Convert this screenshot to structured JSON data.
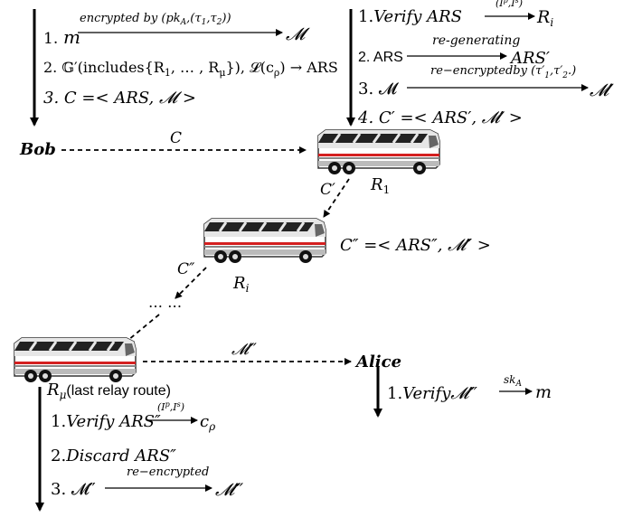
{
  "top_left": {
    "step1": "1.",
    "step1_m": "m",
    "step1_label": "encrypted by (pk",
    "step1_label_sub": "A",
    "step1_label_rest": ",(τ",
    "step1_t1": "1",
    "step1_comma": ",τ",
    "step1_t2": "2",
    "step1_close": "))",
    "step1_result": "𝓜",
    "step2": "2. 𝔾′(includes{R",
    "step2_sub1": "1",
    "step2_mid": ", … , R",
    "step2_sub2": "μ",
    "step2_rest": "}), 𝓛(c",
    "step2_sub3": "ρ",
    "step2_end": ") → ARS",
    "step3": "3. C =< ARS, 𝓜 >"
  },
  "top_right": {
    "step1": "1.",
    "step1_text": "Verify ARS",
    "step1_label": "(I",
    "step1_label_sup": "p",
    "step1_label_rest": ",I",
    "step1_label_sup2": "s",
    "step1_label_close": ")",
    "step1_result": "R",
    "step1_result_sub": "i",
    "step2": "2. ARS",
    "step2_label": "re-generating",
    "step2_result": "ARS′",
    "step3": "3. 𝓜",
    "step3_label": "re−encryptedby (τ′",
    "step3_label_s1": "1",
    "step3_label_mid": ",τ′",
    "step3_label_s2": "2",
    "step3_label_close": ".)",
    "step3_result": "𝓜′",
    "step4": "4. C′ =< ARS′, 𝓜′ >"
  },
  "bob": {
    "name": "Bob",
    "edge_label": "C"
  },
  "relay1": {
    "label": "R",
    "sub": "1",
    "edge_label": "C′"
  },
  "relay_i": {
    "label": "R",
    "sub": "i",
    "message": "C″ =< ARS″, 𝓜″ >",
    "edge_label": "C″"
  },
  "dots": "… …",
  "last_relay": {
    "label": "R",
    "sub": "μ",
    "note": "(last relay route)",
    "edge_label": "𝓜‴",
    "step1": "1.",
    "step1_text": "Verify ARS″",
    "step1_label": "(I",
    "step1_label_sup": "p",
    "step1_label_rest": ",I",
    "step1_label_sup2": "s",
    "step1_label_close": ")",
    "step1_result": "c",
    "step1_result_sub": "ρ",
    "step2": "2.",
    "step2_text": "Discard ARS″",
    "step3": "3. 𝓜″",
    "step3_label": "re−encrypted",
    "step3_result": "𝓜‴"
  },
  "alice": {
    "name": "Alice",
    "step1": "1.",
    "step1_text": "Verify𝓜‴",
    "step1_label": "sk",
    "step1_label_sub": "A",
    "step1_result": "m"
  }
}
